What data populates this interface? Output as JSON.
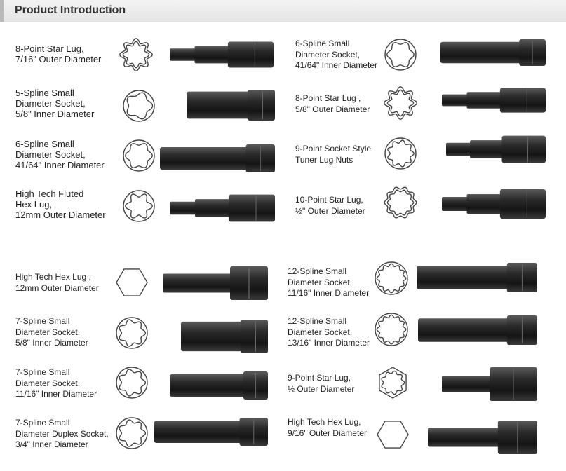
{
  "header": {
    "title": "Product Introduction"
  },
  "left": [
    {
      "lines": [
        "8-Point Star Lug,",
        "7/16\" Outer Diameter"
      ],
      "icon": "8-point-star-icon"
    },
    {
      "lines": [
        "5-Spline Small",
        "Diameter Socket,",
        "5/8\" Inner Diameter"
      ],
      "icon": "5-spline-icon"
    },
    {
      "lines": [
        "6-Spline Small",
        "Diameter Socket,",
        "41/64\" Inner Diameter"
      ],
      "icon": "6-spline-icon"
    },
    {
      "lines": [
        "High Tech Fluted",
        "Hex Lug,",
        "12mm Outer Diameter"
      ],
      "icon": "fluted-hex-icon"
    },
    {
      "lines": [
        "High Tech Hex Lug ,",
        "12mm Outer Diameter"
      ],
      "icon": "hexagon-icon"
    },
    {
      "lines": [
        "7-Spline Small",
        "Diameter Socket,",
        "5/8\" Inner Diameter"
      ],
      "icon": "7-spline-icon"
    },
    {
      "lines": [
        "7-Spline Small",
        "Diameter Socket,",
        "11/16\" Inner Diameter"
      ],
      "icon": "7-spline-icon"
    },
    {
      "lines": [
        "7-Spline Small",
        "Diameter Duplex Socket,",
        "3/4\" Inner Diameter"
      ],
      "icon": "7-spline-icon"
    }
  ],
  "right": [
    {
      "lines": [
        "6-Spline Small",
        "Diameter Socket,",
        "41/64\" Inner Diameter"
      ],
      "icon": "6-spline-icon"
    },
    {
      "lines": [
        "8-Point Star Lug ,",
        "5/8\" Outer  Diameter"
      ],
      "icon": "8-point-star-icon"
    },
    {
      "lines": [
        "9-Point Socket Style",
        "Tuner Lug Nuts"
      ],
      "icon": "9-point-icon"
    },
    {
      "lines": [
        "10-Point Star Lug,",
        "½\" Outer Diameter"
      ],
      "icon": "10-point-star-icon"
    },
    {
      "lines": [
        "12-Spline Small",
        "Diameter Socket,",
        "11/16\" Inner Diameter"
      ],
      "icon": "12-spline-icon"
    },
    {
      "lines": [
        "12-Spline Small",
        "Diameter Socket,",
        "13/16\" Inner Diameter"
      ],
      "icon": "12-spline-icon"
    },
    {
      "lines": [
        "9-Point Star Lug,",
        "½ Outer Diameter"
      ],
      "icon": "9-point-star-icon"
    },
    {
      "lines": [
        "High Tech Hex Lug,",
        "9/16\" Outer Diameter"
      ],
      "icon": "hexagon-icon"
    }
  ]
}
